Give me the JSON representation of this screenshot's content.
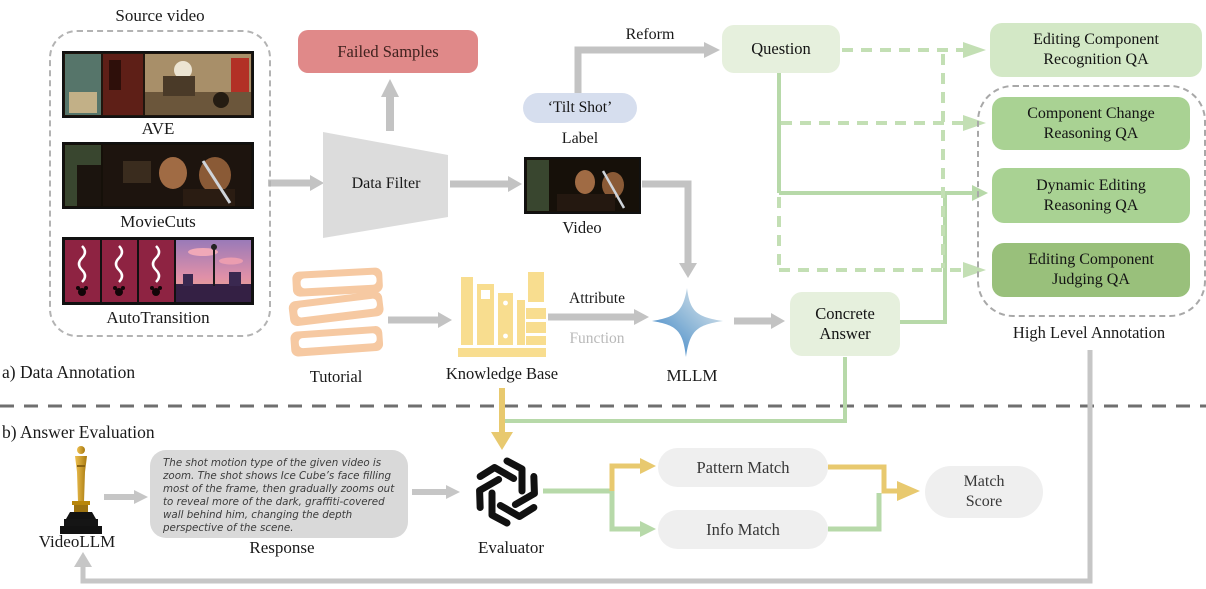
{
  "colors": {
    "arrow_gray": "#c3c3c3",
    "green_solid_line": "#b7d9a9",
    "green_dashed_line": "#c3dfb4",
    "yellow_line": "#e8c96f",
    "failed_samples_fill": "#e08989",
    "question_answer_fill": "#e6f0dd",
    "recognition_qa_fill": "#d3e8c6",
    "reasoning_qa_fill": "#a9d293",
    "judging_qa_fill": "#99c07b",
    "tilt_shot_fill": "#d6deee",
    "gray_pill_fill": "#efefef",
    "response_fill": "#d9d9d9",
    "data_filter_fill": "#dcdcdc",
    "tutorial_icon_color": "#f6c9a2",
    "knowledge_base_icon_color": "#f8dd8f",
    "mllm_star_blue": "#2e7bc4",
    "oscar_gold": "#d9a62e"
  },
  "icons": {
    "tutorial": "books-stack-icon",
    "knowledge_base": "bookshelf-icon",
    "mllm": "sparkle-star-icon",
    "videollm": "oscar-trophy-icon",
    "evaluator": "openai-logo-icon"
  },
  "annotation": {
    "section_label": "a) Data Annotation",
    "source_title": "Source video",
    "datasets": [
      {
        "label": "AVE"
      },
      {
        "label": "MovieCuts"
      },
      {
        "label": "AutoTransition"
      }
    ],
    "failed_samples": "Failed Samples",
    "data_filter": "Data Filter",
    "tilt_label": "‘Tilt Shot’",
    "label_caption": "Label",
    "reform_label": "Reform",
    "question_label": "Question",
    "video_caption": "Video",
    "tutorial_caption": "Tutorial",
    "kb_caption": "Knowledge Base",
    "attribute_label": "Attribute",
    "function_label": "Function",
    "mllm_caption": "MLLM",
    "concrete_answer": {
      "line1": "Concrete",
      "line2": "Answer"
    },
    "qa_recognition": {
      "line1": "Editing Component",
      "line2": "Recognition QA"
    },
    "qa_component_change": {
      "line1": "Component Change",
      "line2": "Reasoning QA"
    },
    "qa_dynamic": {
      "line1": "Dynamic Editing",
      "line2": "Reasoning QA"
    },
    "qa_judging": {
      "line1": "Editing Component",
      "line2": "Judging QA"
    },
    "high_level_caption": "High Level Annotation"
  },
  "evaluation": {
    "section_label": "b) Answer Evaluation",
    "videollm_caption": "VideoLLM",
    "response_text": "The shot motion type of the given video is zoom. The shot shows Ice Cube’s face filling most of the frame, then gradually zooms out to reveal more of the dark, graffiti-covered wall behind him, changing the depth perspective of the scene.",
    "response_caption": "Response",
    "evaluator_caption": "Evaluator",
    "pattern_match": "Pattern Match",
    "info_match": "Info Match",
    "match_score": {
      "line1": "Match",
      "line2": "Score"
    }
  }
}
